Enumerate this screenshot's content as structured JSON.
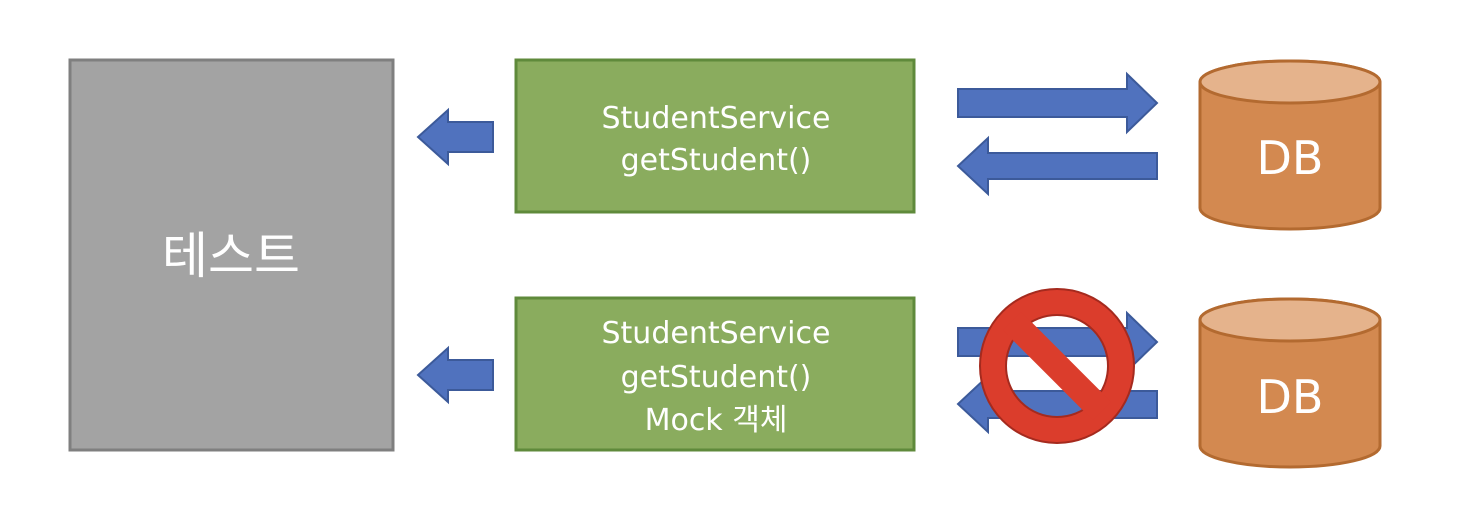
{
  "test_box": {
    "label": "테스트",
    "color": "#a3a3a3",
    "border": "#7f7f7f"
  },
  "service_real": {
    "line1": "StudentService",
    "line2": "getStudent()",
    "color": "#8aac5e",
    "border": "#5f8a3b"
  },
  "service_mock": {
    "line1": "StudentService",
    "line2": "getStudent()",
    "line3": "Mock 객체",
    "color": "#8aac5e",
    "border": "#5f8a3b"
  },
  "db_top": {
    "label": "DB",
    "body_color": "#d38950",
    "top_color": "#e5b38c",
    "border": "#b36a30"
  },
  "db_bottom": {
    "label": "DB",
    "body_color": "#d38950",
    "top_color": "#e5b38c",
    "border": "#b36a30"
  },
  "arrows": {
    "color": "#5072be",
    "border": "#3c5a9a"
  },
  "prohibited_icon": {
    "icon": "no-entry-icon",
    "color": "#db3d2c",
    "border": "#a52a1e"
  }
}
